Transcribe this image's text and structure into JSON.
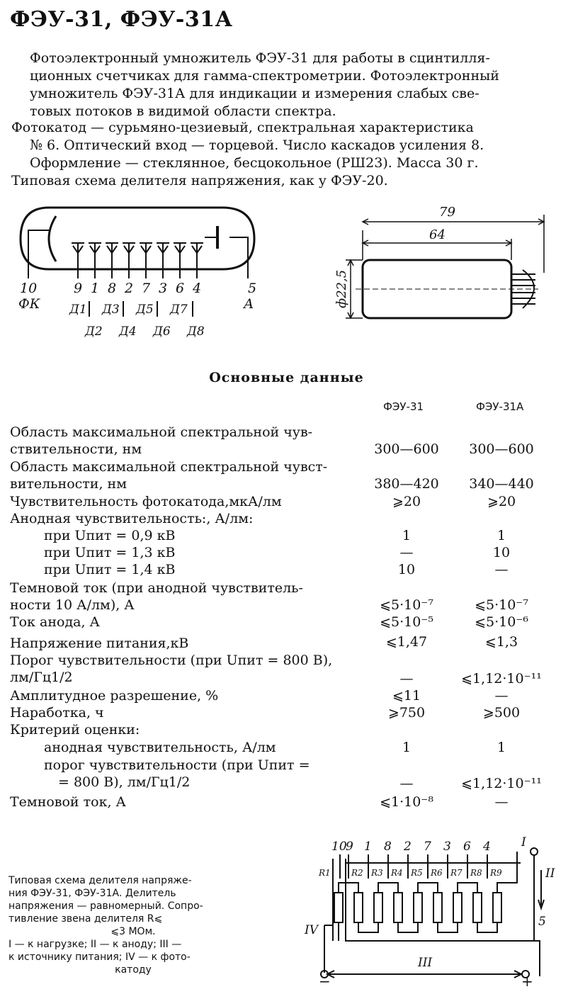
{
  "title": "ФЭУ-31, ФЭУ-31А",
  "intro": {
    "lines": [
      "Фотоэлектронный умножитель ФЭУ-31 для работы в сцинтилля-",
      "ционных счетчиках для гамма-спектрометрии. Фотоэлектронный",
      "умножитель ФЭУ-31А для индикации и измерения слабых све-",
      "товых потоков в видимой области спектра."
    ]
  },
  "specs": {
    "lines": [
      "Фотокатод — сурьмяно-цезиевый, спектральная характеристика",
      "№ 6. Оптический вход — торцевой. Число каскадов усиления 8.",
      "Оформление — стеклянное, бесцокольное (РШ23). Масса 30 г.",
      "Типовая схема делителя напряжения, как у ФЭУ-20."
    ]
  },
  "pinout": {
    "pins": [
      "10",
      "9",
      "1",
      "8",
      "2",
      "7",
      "3",
      "6",
      "4",
      "5"
    ],
    "fk": "ФК",
    "a": "А",
    "dynodes_odd": [
      "Д1",
      "Д3",
      "Д5",
      "Д7"
    ],
    "dynodes_even": [
      "Д2",
      "Д4",
      "Д6",
      "Д8"
    ]
  },
  "dimensions": {
    "overall": "79",
    "body": "64",
    "diameter": "ф22,5"
  },
  "section_title": "Основные данные",
  "col_headers": [
    "ФЭУ-31",
    "ФЭУ-31А"
  ],
  "rows": [
    {
      "l1": "Область максимальной спектральной чув-",
      "l2": "ствительности, нм",
      "v1": "300—600",
      "v2": "300—600"
    },
    {
      "l1": "Область максимальной спектральной чувст-",
      "l2": "вительности, нм",
      "v1": "380—420",
      "v2": "340—440"
    },
    {
      "l1": "Чувствительность фотокатода,мкА/лм",
      "v1": "⩾20",
      "v2": "⩾20"
    },
    {
      "l1": "Анодная чувствительность:, А/лм:"
    },
    {
      "l1": "при Uпит = 0,9 кВ",
      "v1": "1",
      "v2": "1"
    },
    {
      "l1": "при Uпит = 1,3 кВ",
      "v1": "—",
      "v2": "10"
    },
    {
      "l1": "при Uпит = 1,4 кВ",
      "v1": "10",
      "v2": "—"
    },
    {
      "l1": "Темновой ток (при анодной чувствитель-",
      "l2": "ности 10 А/лм), А",
      "v1": "⩽5·10⁻⁷",
      "v2": "⩽5·10⁻⁷"
    },
    {
      "l1": "Ток анода, А",
      "v1": "⩽5·10⁻⁵",
      "v2": "⩽5·10⁻⁶"
    },
    {
      "l1": "Напряжение питания,кВ",
      "v1": "⩽1,47",
      "v2": "⩽1,3"
    },
    {
      "l1": "Порог чувствительности (при Uпит = 800 В),",
      "l2": "лм/Гц1/2",
      "v1": "—",
      "v2": "⩽1,12·10⁻¹¹"
    },
    {
      "l1": "Амплитудное разрешение, %",
      "v1": "⩽11",
      "v2": "—"
    },
    {
      "l1": "Наработка, ч",
      "v1": "⩾750",
      "v2": "⩾500"
    },
    {
      "l1": "Критерий оценки:"
    },
    {
      "l1": "анодная чувствительность, А/лм",
      "v1": "1",
      "v2": "1"
    },
    {
      "l1": "порог чувствительности (при Uпит =",
      "l2": "= 800 В), лм/Гц1/2",
      "v1": "—",
      "v2": "⩽1,12·10⁻¹¹"
    },
    {
      "l1": "Темновой ток, А",
      "v1": "⩽1·10⁻⁸",
      "v2": "—"
    }
  ],
  "divider": {
    "pins": [
      "10",
      "9",
      "1",
      "8",
      "2",
      "7",
      "3",
      "6",
      "4"
    ],
    "resistors": [
      "R1",
      "R2",
      "R3",
      "R4",
      "R5",
      "R6",
      "R7",
      "R8",
      "R9"
    ],
    "label_I": "I",
    "label_II": "II",
    "label_III": "III",
    "label_IV": "IV",
    "pin5": "5",
    "minus": "−",
    "plus": "+"
  },
  "caption": {
    "line1": "Типовая схема делителя напряже-",
    "line2": "ния ФЭУ-31, ФЭУ-31А. Делитель",
    "line3": "напряжения — равномерный. Сопро-",
    "line4": "тивление звена делителя R⩽",
    "line5": "⩽3 МОм.",
    "line6": "I — к нагрузке; II — к аноду; III —",
    "line7": "к источнику питания; IV — к фото-",
    "line8": "катоду"
  }
}
